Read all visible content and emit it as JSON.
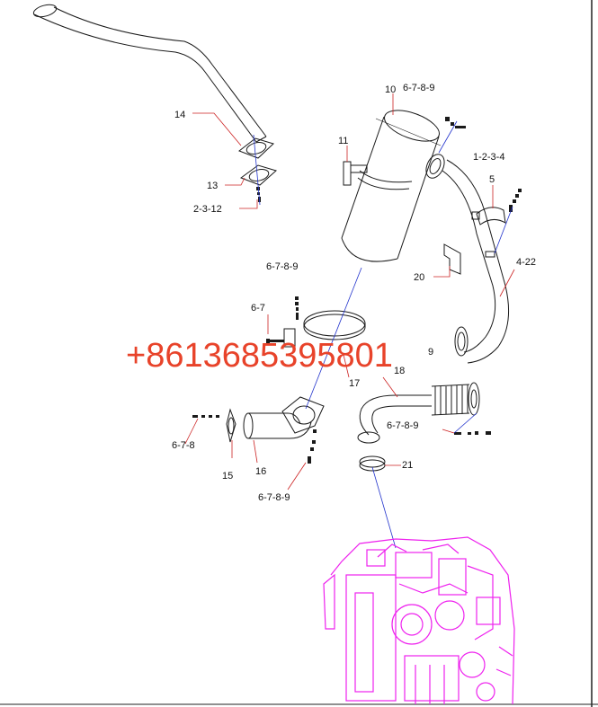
{
  "diagram": {
    "labels": [
      {
        "id": "l14",
        "text": "14"
      },
      {
        "id": "l13",
        "text": "13"
      },
      {
        "id": "l2312",
        "text": "2-3-12"
      },
      {
        "id": "l10",
        "text": "10"
      },
      {
        "id": "l6789a",
        "text": "6-7-8-9"
      },
      {
        "id": "l11",
        "text": "11"
      },
      {
        "id": "l1234",
        "text": "1-2-3-4"
      },
      {
        "id": "l5",
        "text": "5"
      },
      {
        "id": "l6789b",
        "text": "6-7-8-9"
      },
      {
        "id": "l20",
        "text": "20"
      },
      {
        "id": "l422",
        "text": "4-22"
      },
      {
        "id": "l67",
        "text": "6-7"
      },
      {
        "id": "l17",
        "text": "17"
      },
      {
        "id": "l18",
        "text": "18"
      },
      {
        "id": "l9",
        "text": "9"
      },
      {
        "id": "l6789c",
        "text": "6-7-8-9"
      },
      {
        "id": "l678",
        "text": "6-7-8"
      },
      {
        "id": "l15",
        "text": "15"
      },
      {
        "id": "l16",
        "text": "16"
      },
      {
        "id": "l6789d",
        "text": "6-7-8-9"
      },
      {
        "id": "l21",
        "text": "21"
      }
    ],
    "watermark": "+8613685395801",
    "colors": {
      "line": "#1a1a1a",
      "leader": "#cc2222",
      "axis": "#2233cc",
      "engine": "#ee22ee",
      "watermark": "#e8432a"
    }
  }
}
